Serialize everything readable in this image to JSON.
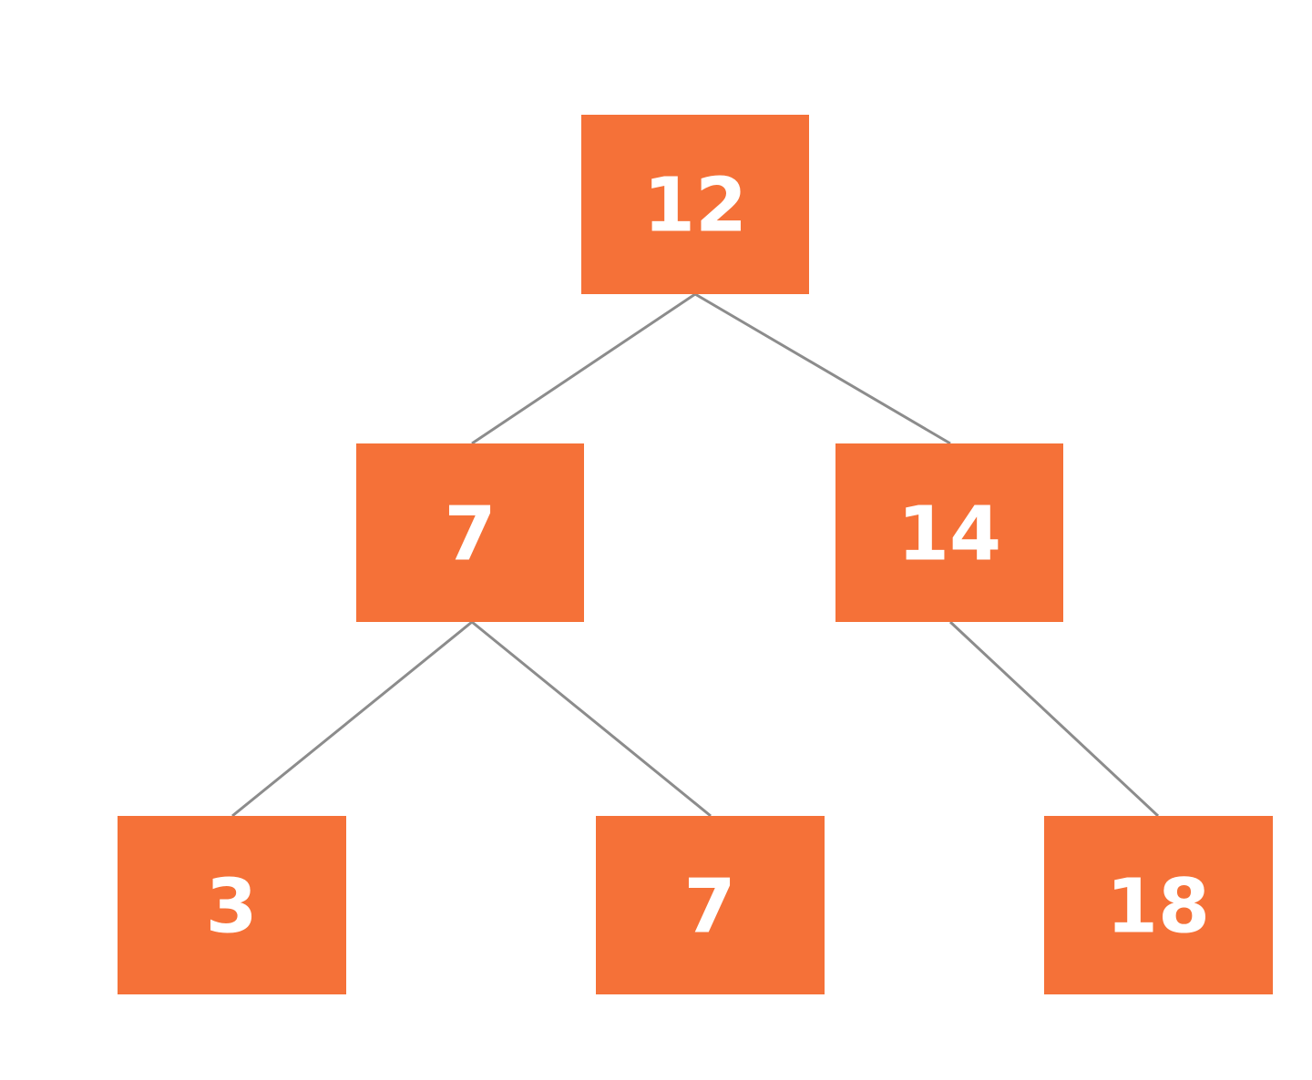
{
  "colors": {
    "node_fill": "#f57138",
    "node_text": "#ffffff",
    "edge": "#8c8c8c",
    "background": "#ffffff"
  },
  "tree": {
    "nodes": [
      {
        "id": "root",
        "label": "12",
        "parent": null
      },
      {
        "id": "left",
        "label": "7",
        "parent": "root"
      },
      {
        "id": "right",
        "label": "14",
        "parent": "root"
      },
      {
        "id": "left-left",
        "label": "3",
        "parent": "left"
      },
      {
        "id": "left-right",
        "label": "7",
        "parent": "left"
      },
      {
        "id": "right-right",
        "label": "18",
        "parent": "right"
      }
    ]
  }
}
